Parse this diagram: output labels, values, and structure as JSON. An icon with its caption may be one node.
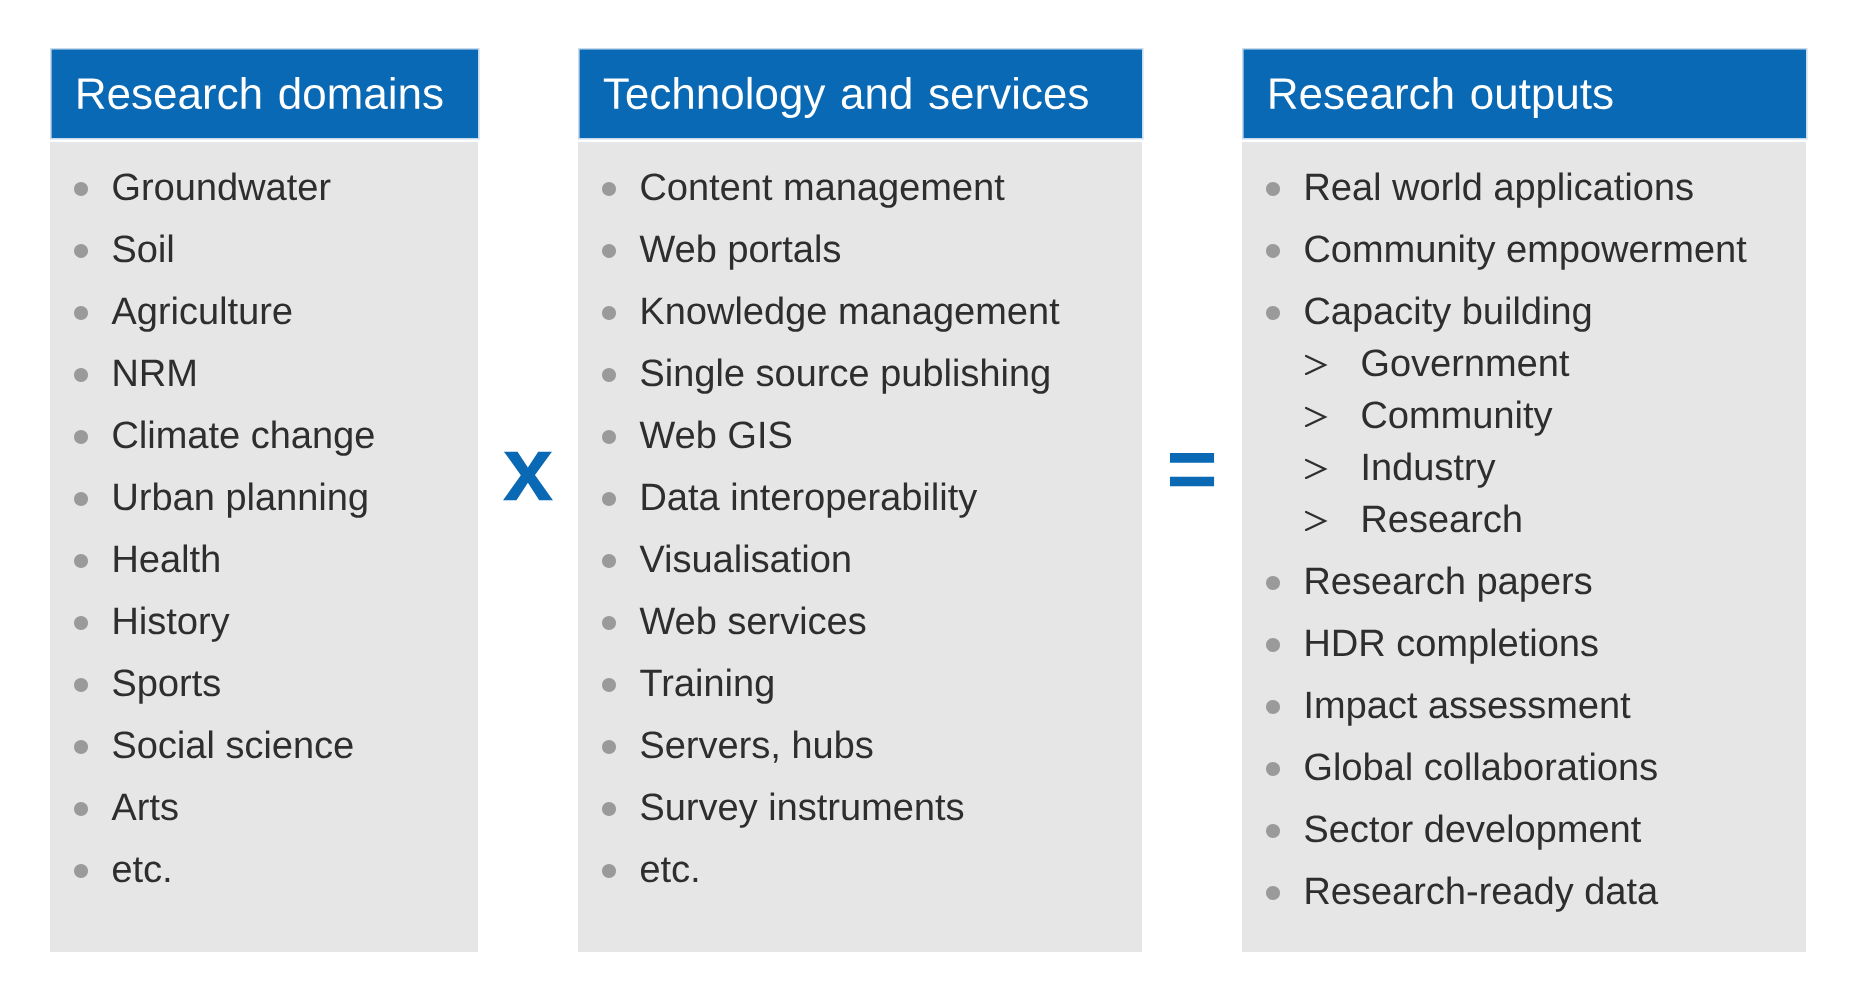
{
  "diagram": {
    "nodes": [
      {
        "text": [
          "Research domains"
        ]
      },
      {
        "text": [
          "Groundwater",
          "Soil",
          "Agriculture",
          "NRM",
          "Climate change",
          "Urban planning",
          "Health",
          "History",
          "Sports",
          "Social science",
          "Arts",
          "etc."
        ]
      },
      {
        "text": [
          "Technology and services"
        ]
      },
      {
        "text": [
          "Content management",
          "Web portals",
          "Knowledge management",
          "Single source publishing",
          "Web GIS",
          "Data interoperability",
          "Visualisation",
          "Web services",
          "Training",
          "Servers, hubs",
          "Survey instruments",
          "etc."
        ]
      },
      {
        "text": [
          "Research outputs"
        ]
      },
      {
        "text": [
          "Real world applications",
          "Community empowerment",
          "Capacity building",
          "Government",
          "Community",
          "Industry",
          "Research",
          "Research papers",
          "HDR completions",
          "Impact assessment",
          "Global collaborations",
          "Sector development",
          "Research-ready data"
        ]
      }
    ],
    "labels": [
      "x",
      "="
    ]
  }
}
